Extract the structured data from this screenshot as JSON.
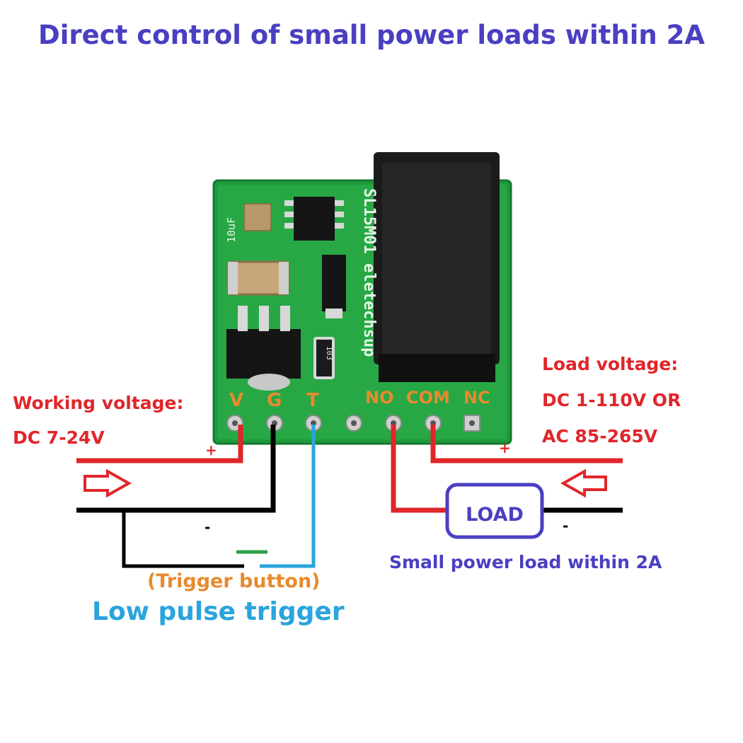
{
  "title": "Direct control of small power loads within 2A",
  "working_voltage": {
    "label": "Working voltage:",
    "value": "DC 7-24V"
  },
  "load_voltage": {
    "label": "Load voltage:",
    "dc": "DC 1-110V OR",
    "ac": "AC 85-265V"
  },
  "pins": [
    "V",
    "G",
    "T",
    "NO",
    "COM",
    "NC"
  ],
  "board": {
    "marking": "SL15M01 eletechsup",
    "resistor_code": "103",
    "cap_label": "10uF"
  },
  "polarity": {
    "plus": "+",
    "minus": "-"
  },
  "load_box": "LOAD",
  "load_caption": "Small power load within 2A",
  "trigger_button": "(Trigger button)",
  "trigger_mode": "Low pulse trigger",
  "colors": {
    "title": "#4a3fc2",
    "positive_wire": "#e0262a",
    "negative_wire": "#000000",
    "trigger_wire": "#2aa4dc",
    "button": "#2fa04a",
    "pin_label": "#e78b2e",
    "pcb": "#1f9a3c"
  }
}
